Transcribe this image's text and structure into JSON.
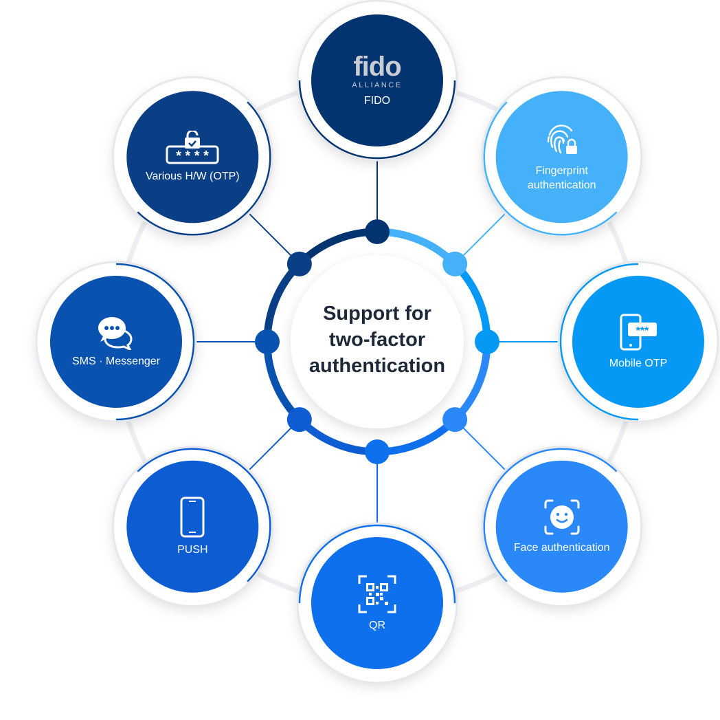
{
  "center": {
    "line1": "Support for",
    "line2": "two-factor",
    "line3": "authentication"
  },
  "nodes": [
    {
      "label": "FIDO",
      "icon": "fido-alliance-logo",
      "color": "#033470",
      "logo_text": "fido",
      "logo_sub": "ALLIANCE"
    },
    {
      "label": "Fingerprint authentication",
      "label1": "Fingerprint",
      "label2": "authentication",
      "icon": "fingerprint-lock-icon",
      "color": "#45b1fb"
    },
    {
      "label": "Mobile OTP",
      "icon": "mobile-otp-icon",
      "color": "#0598f5"
    },
    {
      "label": "Face authentication",
      "icon": "face-scan-icon",
      "color": "#2b88f8"
    },
    {
      "label": "QR",
      "icon": "qr-code-icon",
      "color": "#0f70ee"
    },
    {
      "label": "PUSH",
      "icon": "smartphone-icon",
      "color": "#0d5cd2"
    },
    {
      "label": "SMS · Messenger",
      "icon": "chat-bubbles-icon",
      "color": "#0a52b0"
    },
    {
      "label": "Various H/W (OTP)",
      "icon": "password-lock-icon",
      "color": "#0a3f86"
    }
  ]
}
